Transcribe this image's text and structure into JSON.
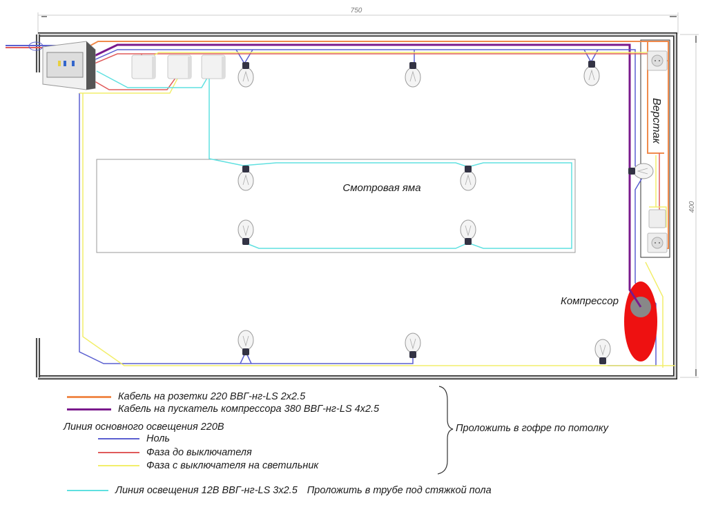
{
  "dimensions": {
    "width": "750",
    "height": "400"
  },
  "rooms": {
    "pit_label": "Смотровая яма",
    "workbench_label": "Верстак",
    "compressor_label": "Компрессор"
  },
  "colors": {
    "socket_cable": "#f08a4b",
    "compressor_cable": "#7a1a8c",
    "neutral": "#5a5fd0",
    "phase_to_switch": "#e05a5a",
    "phase_to_lamp": "#f2ee6a",
    "low_voltage": "#5fe0e0",
    "compressor_body": "#ee1111",
    "compressor_motor": "#888888",
    "wall": "#222222",
    "wall_fill": "#d8d8d8"
  },
  "legend": {
    "socket_cable": "Кабель на розетки 220 ВВГ-нг-LS 2х2.5",
    "compressor_cable": "Кабель на пускатель компрессора 380 ВВГ-нг-LS 4х2.5",
    "main_lighting_title": "Линия основного освещения 220В",
    "neutral": "Ноль",
    "phase_to_switch": "Фаза до выключателя",
    "phase_to_lamp": "Фаза с выключателя на светильник",
    "low_voltage": "Линия освещения 12В ВВГ-нг-LS 3х2.5",
    "ceiling_note": "Проложить в гофре по потолку",
    "floor_note": "Проложить в трубе под стяжкой пола"
  }
}
